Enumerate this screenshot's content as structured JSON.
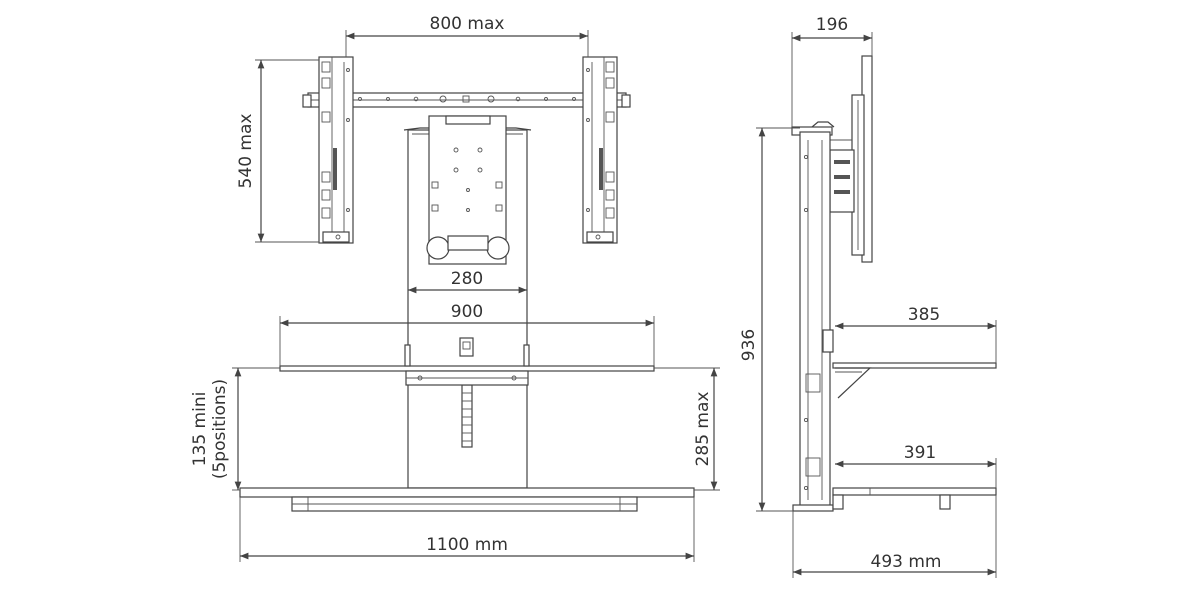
{
  "dimensions": {
    "tv_width_max": "800 max",
    "tv_height_max": "540 max",
    "column_width": "280",
    "shelf_width": "900",
    "height_min_line1": "135 mini",
    "height_min_line2": "(5positions)",
    "height_max": "285 max",
    "base_width": "1100 mm",
    "bracket_depth": "196",
    "total_height": "936",
    "top_shelf_depth": "385",
    "bottom_shelf_depth": "391",
    "base_depth": "493 mm"
  },
  "colors": {
    "line": "#444444",
    "text": "#333333",
    "background": "#ffffff"
  }
}
